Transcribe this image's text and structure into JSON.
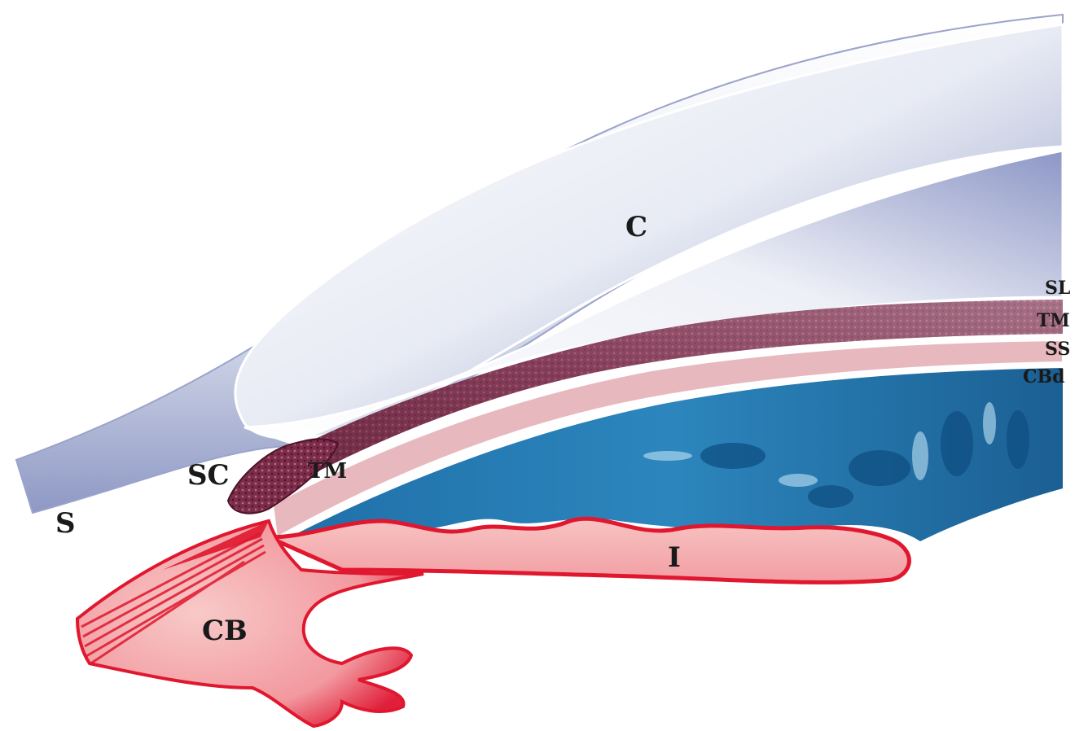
{
  "diagram": {
    "labels": {
      "cornea": "C",
      "sclera": "S",
      "schlemm_canal": "SC",
      "trabecular_meshwork_inner": "TM",
      "iris": "I",
      "ciliary_body": "CB",
      "schwalbe_line": "SL",
      "trabecular_meshwork": "TM",
      "scleral_spur": "SS",
      "ciliary_body_band": "CBd"
    },
    "colors": {
      "cornea_sclera": "#dfe4f0",
      "cornea_edge": "#7a86b8",
      "meshwork": "#7a2c48",
      "spur_band": "#e6b7bd",
      "ciliary_band": "#2f7fb0",
      "iris": "#f4aeb0",
      "iris_edge": "#e01530",
      "ciliary_body": "#f6b5b8"
    }
  }
}
